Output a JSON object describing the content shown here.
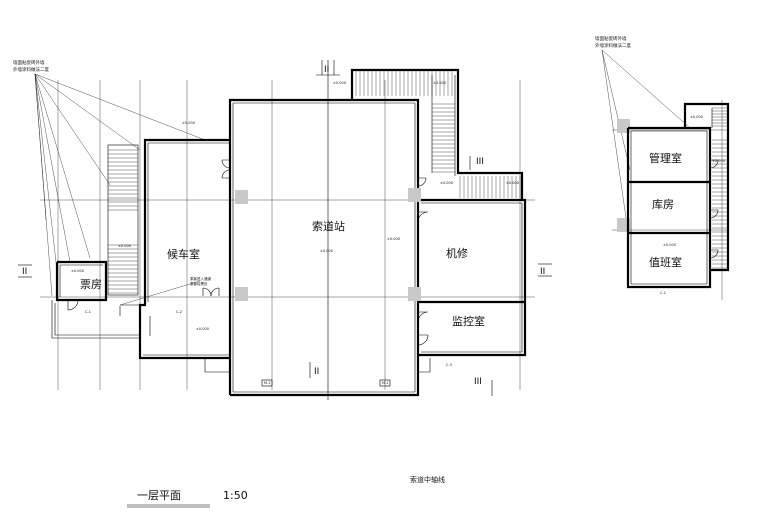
{
  "drawing": {
    "title": "一层平面",
    "scale": "1:50",
    "centerline_caption": "索道中轴线"
  },
  "rooms": {
    "station": "索道站",
    "waiting": "候车室",
    "ticket": "票房",
    "repair": "机修",
    "control": "监控室",
    "management": "管理室",
    "storage": "库房",
    "duty": "值班室"
  },
  "notes": {
    "left_note_line1": "墙面贴瓷砖外墙",
    "left_note_line2": "外墙涂料做法二度",
    "right_note_line1": "墙面贴瓷砖外墙",
    "right_note_line2": "外墙涂料做法二度",
    "waiting_note_line1": "乘客进入通道",
    "waiting_note_line2": "乘客检票处"
  },
  "axis_marks": {
    "axis_top": "II",
    "axis_left": "II",
    "axis_bottom_center": "II",
    "axis_right_upper": "III",
    "axis_right_lower": "III",
    "axis_east": "II"
  },
  "levels": {
    "station_top": "±0.000",
    "stair_top": "±0.000",
    "waiting_top": "±0.000",
    "waiting_mid": "±0.000",
    "ticket": "±0.000",
    "waiting_low": "±0.000",
    "station_mid": "±0.000",
    "station_right": "±0.000",
    "corridor": "±0.000",
    "repair_top": "±0.000",
    "annex_top": "±0.000",
    "annex_mid": "±0.000",
    "annex_duty": "±0.000"
  },
  "door_tags": {
    "d1": "C-1",
    "d2": "C-2",
    "d3": "C-3",
    "d4": "M-1",
    "d5": "M-1",
    "d6": "C-1"
  },
  "colors": {
    "line": "#000000",
    "column_fill": "#c8c8c8",
    "background": "#ffffff"
  }
}
